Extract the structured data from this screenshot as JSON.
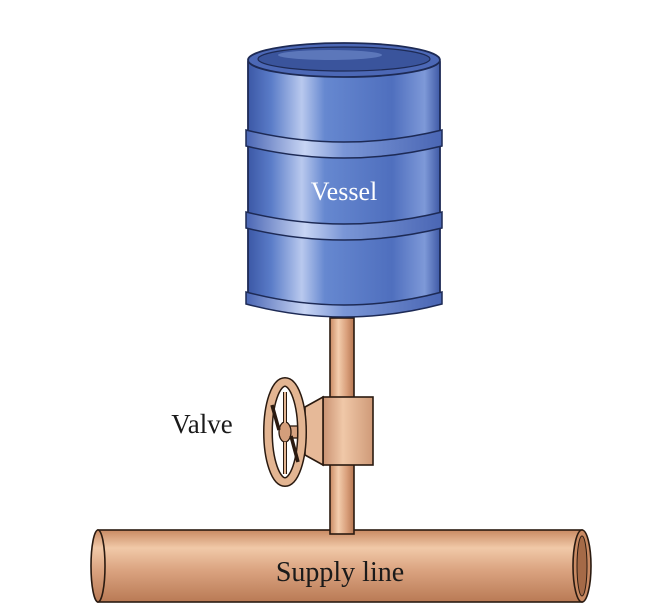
{
  "labels": {
    "vessel": "Vessel",
    "valve": "Valve",
    "supply_line": "Supply line"
  },
  "colors": {
    "vessel_blue": "#5878c4",
    "vessel_outline": "#1d2a55",
    "pipe_copper": "#d8a07c",
    "valve_tan": "#dfb08c",
    "outline": "#2a1a10"
  }
}
